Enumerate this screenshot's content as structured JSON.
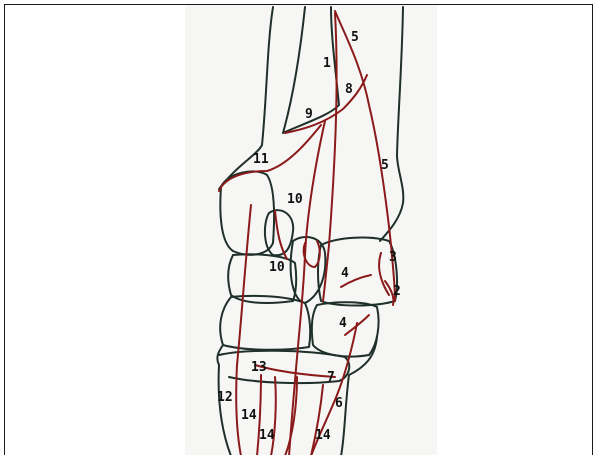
{
  "labels": [
    {
      "id": "l1",
      "text": "1"
    },
    {
      "id": "l5a",
      "text": "5"
    },
    {
      "id": "l8",
      "text": "8"
    },
    {
      "id": "l9",
      "text": "9"
    },
    {
      "id": "l5b",
      "text": "5"
    },
    {
      "id": "l11",
      "text": "11"
    },
    {
      "id": "l10a",
      "text": "10"
    },
    {
      "id": "l10b",
      "text": "10"
    },
    {
      "id": "l3",
      "text": "3"
    },
    {
      "id": "l4a",
      "text": "4"
    },
    {
      "id": "l2",
      "text": "2"
    },
    {
      "id": "l4b",
      "text": "4"
    },
    {
      "id": "l13",
      "text": "13"
    },
    {
      "id": "l7",
      "text": "7"
    },
    {
      "id": "l12",
      "text": "12"
    },
    {
      "id": "l6",
      "text": "6"
    },
    {
      "id": "l14a",
      "text": "14"
    },
    {
      "id": "l14b",
      "text": "14"
    },
    {
      "id": "l14c",
      "text": "14"
    }
  ],
  "colors": {
    "outline": "#1f2f2a",
    "vessel": "#8b1a1a",
    "panel": "#f6f7f5"
  }
}
